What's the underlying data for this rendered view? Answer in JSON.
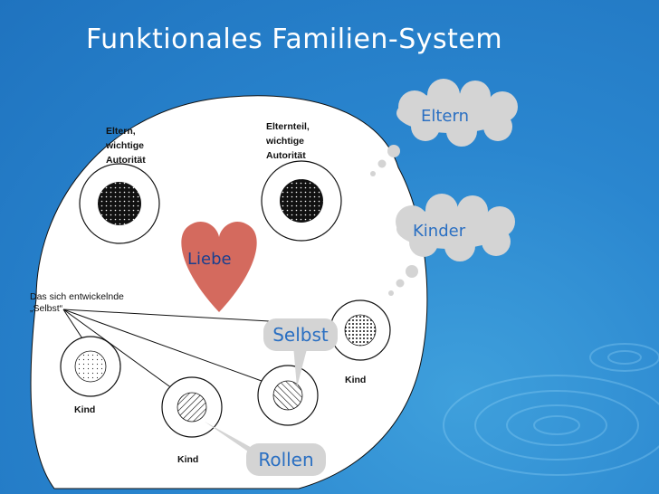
{
  "title": "Funktionales Familien-System",
  "parents": {
    "left": [
      "Eltern,",
      "wichtige",
      "Autorität"
    ],
    "right": [
      "Elternteil,",
      "wichtige",
      "Autorität"
    ]
  },
  "heart_label": "Liebe",
  "developing_self": [
    "Das sich entwickelnde",
    "„Selbst“"
  ],
  "child_label": "Kind",
  "thought_bubbles": {
    "parents": "Eltern",
    "children": "Kinder"
  },
  "callouts": {
    "self": "Selbst",
    "roles": "Rollen"
  },
  "colors": {
    "background": "#2a86cf",
    "heart": "#d46a5e",
    "bubble": "#d4d4d4",
    "bubble_text": "#2a6fc2",
    "title": "#ffffff"
  }
}
